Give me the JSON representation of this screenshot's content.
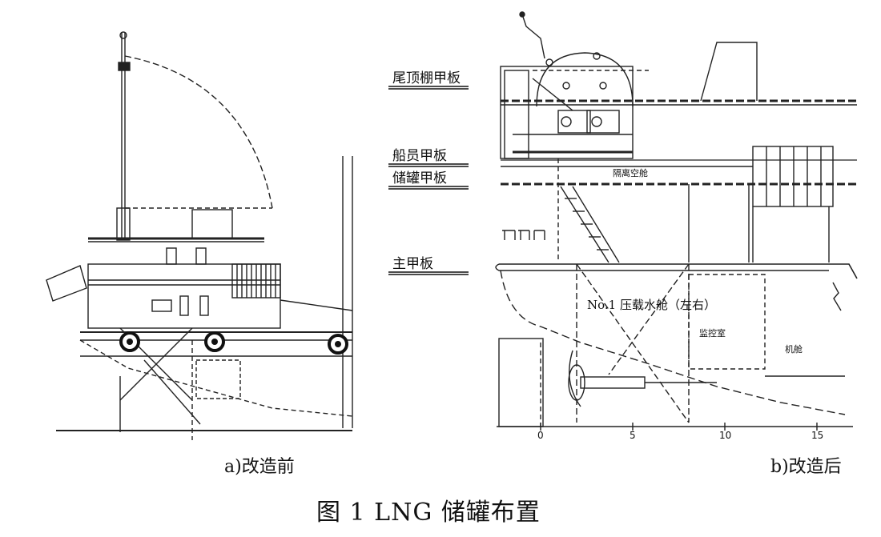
{
  "panel_a": {
    "caption": "a)改造前"
  },
  "panel_b": {
    "caption": "b)改造后",
    "deck_labels": {
      "tail_roof_deck": "尾顶棚甲板",
      "crew_deck": "船员甲板",
      "tank_deck": "储罐甲板",
      "main_deck": "主甲板"
    },
    "room_labels": {
      "cofferdam": "隔离空舱",
      "ballast_tank": "No.1 压载水舱（左右）",
      "control_room": "监控室",
      "engine_room": "机舱"
    },
    "scale_ticks": [
      "0",
      "5",
      "10",
      "15"
    ]
  },
  "figure_caption": "图 1   LNG 储罐布置"
}
